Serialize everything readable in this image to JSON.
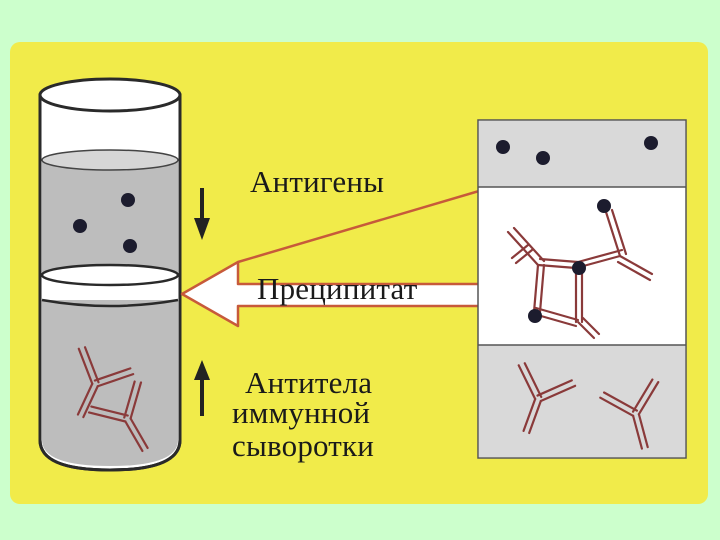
{
  "labels": {
    "antigens": "Антигены",
    "precipitate": "Преципитат",
    "antibodies_line1": "Антитела",
    "antibodies_line2": "иммунной",
    "antibodies_line3": "сыворотки"
  },
  "colors": {
    "page_background": "#ccffcc",
    "panel_background": "#f1eb4a",
    "tube_liquid": "#bdbdbd",
    "antibody_stroke": "#8a3a3a",
    "antigen_dot": "#1c1c2e",
    "callout_arrow": "#c75a3a"
  }
}
